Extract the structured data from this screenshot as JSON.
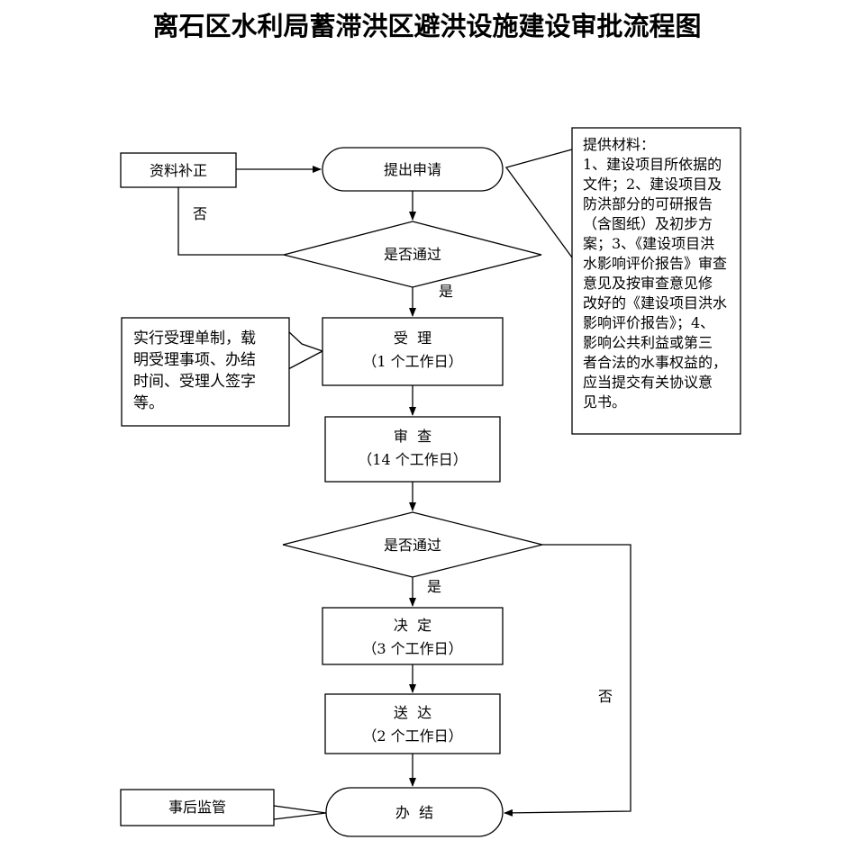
{
  "title": "离石区水利局蓄滞洪区避洪设施建设审批流程图",
  "nodes": {
    "supplement": "资料补正",
    "apply": "提出申请",
    "check1": "是否通过",
    "accept_line1": "受  理",
    "accept_line2": "（1 个工作日）",
    "review_line1": "审  查",
    "review_line2": "（14 个工作日）",
    "check2": "是否通过",
    "decide_line1": "决  定",
    "decide_line2": "（3 个工作日）",
    "deliver_line1": "送  达",
    "deliver_line2": "（2 个工作日）",
    "supervise": "事后监管",
    "finish": "办  结"
  },
  "edge_labels": {
    "no1": "否",
    "yes1": "是",
    "yes2": "是",
    "no2": "否"
  },
  "notes": {
    "materials": [
      "提供材料：",
      "1、建设项目所依据的",
      "文件；2、建设项目及",
      "防洪部分的可研报告",
      "（含图纸）及初步方",
      "案；3、《建设项目洪",
      "水影响评价报告》审查",
      "意见及按审查意见修",
      "改好的《建设项目洪水",
      "影响评价报告》；4、",
      "影响公共利益或第三",
      "者合法的水事权益的，",
      "应当提交有关协议意",
      "见书。"
    ],
    "acceptance": [
      "实行受理单制，载",
      "明受理事项、办结",
      "时间、受理人签字",
      "等。"
    ]
  }
}
